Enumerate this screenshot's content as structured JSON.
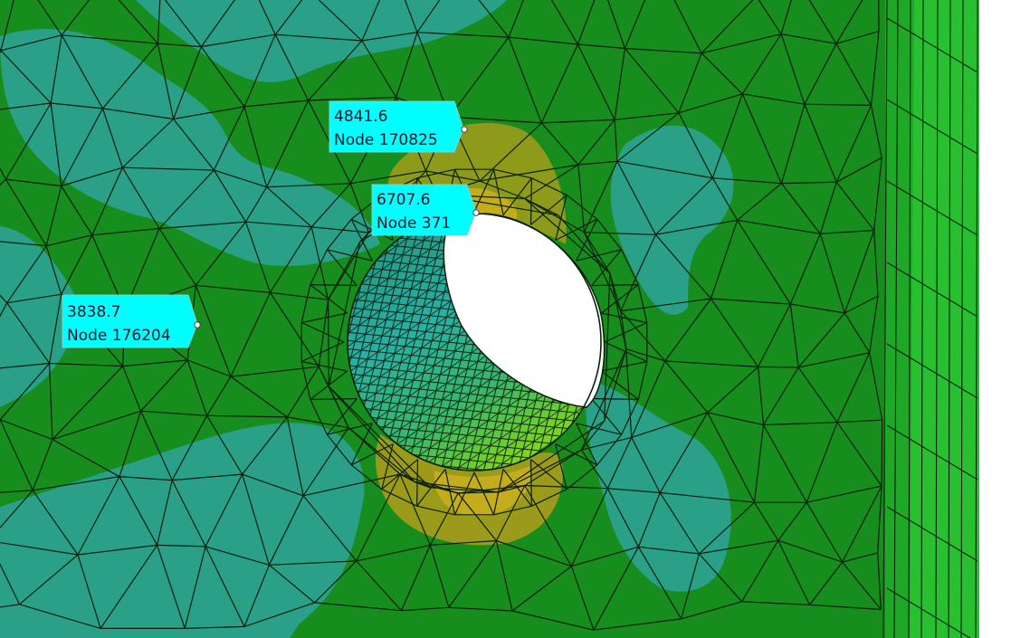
{
  "colors": {
    "background": "#ffffff",
    "mesh_green": "#168d1c",
    "mesh_teal": "#2aa088",
    "mesh_yellow": "#9aa018",
    "hot_yellow": "#c4ac1c",
    "wall_green": "#28c030",
    "hole_interior": "#ffffff",
    "label_fill": "#00ffff",
    "label_text": "#1a1a2a",
    "mesh_line": "#0a1f0a"
  },
  "probes": [
    {
      "value": "4841.6",
      "node": "Node 170825"
    },
    {
      "value": "6707.6",
      "node": "Node 371"
    },
    {
      "value": "3838.7",
      "node": "Node 176204"
    }
  ]
}
